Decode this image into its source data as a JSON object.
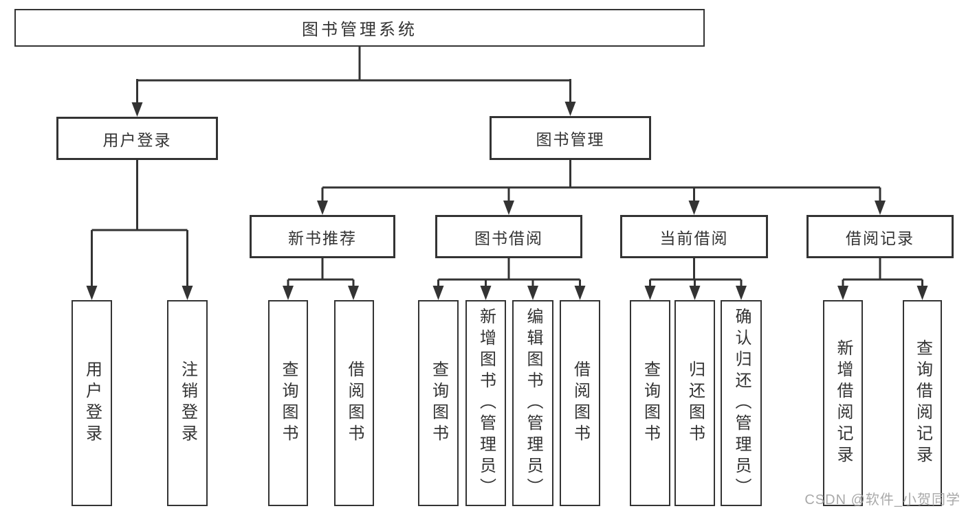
{
  "diagram": {
    "root": {
      "label": "图书管理系统"
    },
    "level2": [
      {
        "label": "用户登录"
      },
      {
        "label": "图书管理"
      }
    ],
    "level3": [
      {
        "label": "新书推荐"
      },
      {
        "label": "图书借阅"
      },
      {
        "label": "当前借阅"
      },
      {
        "label": "借阅记录"
      }
    ],
    "leaves": {
      "login": [
        {
          "label": "用户登录"
        },
        {
          "label": "注销登录"
        }
      ],
      "recommend": [
        {
          "label": "查询图书"
        },
        {
          "label": "借阅图书"
        }
      ],
      "borrow": [
        {
          "label": "查询图书"
        },
        {
          "label": "新增图书（管理员）"
        },
        {
          "label": "编辑图书（管理员）"
        },
        {
          "label": "借阅图书"
        }
      ],
      "current": [
        {
          "label": "查询图书"
        },
        {
          "label": "归还图书"
        },
        {
          "label": "确认归还（管理员）"
        }
      ],
      "records": [
        {
          "label": "新增借阅记录"
        },
        {
          "label": "查询借阅记录"
        }
      ]
    },
    "colors": {
      "line": "#333333",
      "text": "#333333",
      "box_background": "#ffffff",
      "watermark": "#a9a9a9"
    }
  },
  "watermark": {
    "text": "CSDN @软件_小贺同学"
  }
}
